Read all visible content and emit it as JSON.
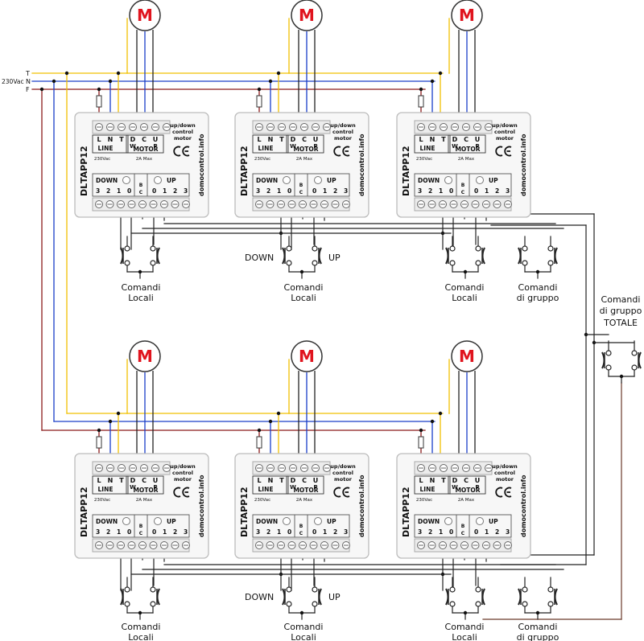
{
  "supply": {
    "phase_labels": [
      "T",
      "N",
      "F"
    ],
    "voltage": "230Vac"
  },
  "colors": {
    "line_t": "#f0c000",
    "line_n": "#1a3ec8",
    "line_f": "#8b1a1a",
    "wire": "#222222",
    "switch_wire": "#6b3a2a",
    "motor_letter": "#e0141e"
  },
  "motor": {
    "letter": "M"
  },
  "module": {
    "brand_prefix": "DL",
    "brand": "TAPP12",
    "desc_line1": "up/down",
    "desc_line2": "control",
    "desc_line3": "motor",
    "site": "domocontrol.info",
    "ce_mark": "CE",
    "term_l": "L",
    "term_n": "N",
    "term_t": "T",
    "term_d": "D",
    "term_c": "C",
    "term_u": "U",
    "term_w": "W",
    "term_p": "P",
    "line_label": "LINE",
    "motor_label": "MOTOR",
    "line_rating": "230Vac",
    "motor_rating": "2A Max",
    "down_label": "DOWN",
    "up_label": "UP",
    "bc_b": "B",
    "bc_c": "C",
    "down_numbers": [
      "3",
      "2",
      "1",
      "0"
    ],
    "up_numbers": [
      "0",
      "1",
      "2",
      "3"
    ]
  },
  "labels": {
    "comandi": "Comandi",
    "locali": "Locali",
    "di_gruppo": "di gruppo",
    "down": "DOWN",
    "up": "UP",
    "totale_line1": "Comandi",
    "totale_line2": "di gruppo",
    "totale_line3": "TOTALE"
  }
}
